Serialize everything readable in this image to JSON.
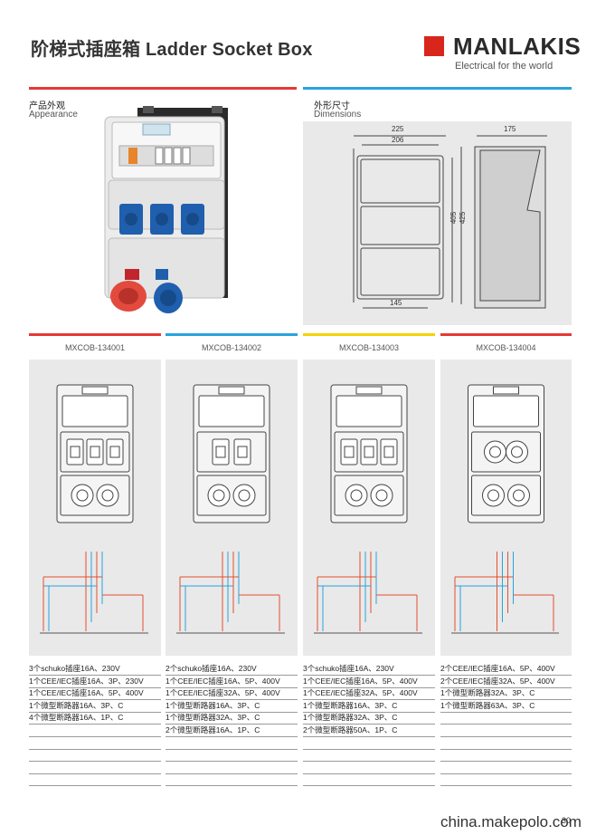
{
  "header": {
    "title": "阶梯式插座箱 Ladder Socket Box",
    "brand": {
      "name": "MANLAKIS",
      "tagline": "Electrical for the world",
      "color": "#d9261c"
    }
  },
  "sections": {
    "appearance": {
      "zh": "产品外观",
      "en": "Appearance"
    },
    "dimensions": {
      "zh": "外形尺寸",
      "en": "Dimensions"
    }
  },
  "dims": {
    "w1": "225",
    "w2": "206",
    "h1": "405",
    "h2": "425",
    "bottom": "145",
    "side": "175"
  },
  "accent_colors": {
    "red": "#e53935",
    "blue": "#29a3dd",
    "yellow": "#f5d20a"
  },
  "models": [
    {
      "code": "MXCOB-134001",
      "bar": "red",
      "specs": [
        "3个schuko插座16A、230V",
        "1个CEE/IEC插座16A、3P、230V",
        "1个CEE/IEC插座16A、5P、400V",
        "1个微型断路器16A、3P、C",
        "4个微型断路器16A、1P、C"
      ]
    },
    {
      "code": "MXCOB-134002",
      "bar": "blue",
      "specs": [
        "2个schuko插座16A、230V",
        "1个CEE/IEC插座16A、5P、400V",
        "1个CEE/IEC插座32A、5P、400V",
        "1个微型断路器16A、3P、C",
        "1个微型断路器32A、3P、C",
        "2个微型断路器16A、1P、C"
      ]
    },
    {
      "code": "MXCOB-134003",
      "bar": "yellow",
      "specs": [
        "3个schuko插座16A、230V",
        "1个CEE/IEC插座16A、5P、400V",
        "1个CEE/IEC插座32A、5P、400V",
        "1个微型断路器16A、3P、C",
        "1个微型断路器32A、3P、C",
        "2个微型断路器50A、1P、C"
      ]
    },
    {
      "code": "MXCOB-134004",
      "bar": "red",
      "specs": [
        "2个CEE/IEC插座16A、5P、400V",
        "2个CEE/IEC插座32A、5P、400V",
        "1个微型断路器32A、3P、C",
        "1个微型断路器63A、3P、C"
      ]
    }
  ],
  "footer": {
    "watermark": "china.makepolo.com",
    "page": "30"
  }
}
